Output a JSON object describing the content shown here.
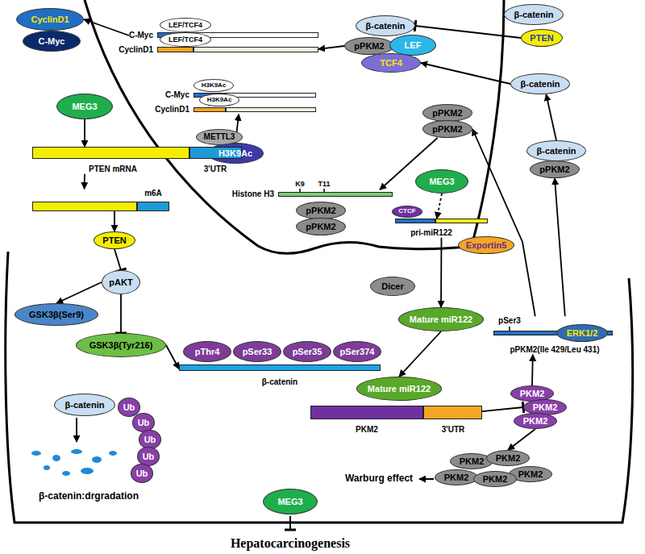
{
  "diagram": {
    "nodes": [
      {
        "text": [
          "CyclinD1"
        ]
      },
      {
        "text": [
          "C-Myc"
        ]
      },
      {
        "text": [
          "C-Myc"
        ]
      },
      {
        "text": [
          "LEF/TCF4"
        ]
      },
      {
        "text": [
          "CyclinD1"
        ]
      },
      {
        "text": [
          "LEF/TCF4"
        ]
      },
      {
        "text": [
          "β-catenin"
        ]
      },
      {
        "text": [
          "pPKM2"
        ]
      },
      {
        "text": [
          "LEF"
        ]
      },
      {
        "text": [
          "TCF4"
        ]
      },
      {
        "text": [
          "β-catenin"
        ]
      },
      {
        "text": [
          "PTEN"
        ]
      },
      {
        "text": [
          "β-catenin"
        ]
      },
      {
        "text": [
          "C-Myc"
        ]
      },
      {
        "text": [
          "H3K9Ac"
        ]
      },
      {
        "text": [
          "CyclinD1"
        ]
      },
      {
        "text": [
          "H3K9Ac"
        ]
      },
      {
        "text": [
          "pPKM2"
        ]
      },
      {
        "text": [
          "pPKM2"
        ]
      },
      {
        "text": [
          "H3K9Ac"
        ]
      },
      {
        "text": [
          "β-catenin"
        ]
      },
      {
        "text": [
          "pPKM2"
        ]
      },
      {
        "text": [
          "Histone H3"
        ]
      },
      {
        "text": [
          "pPKM2"
        ]
      },
      {
        "text": [
          "pPKM2"
        ]
      },
      {
        "text": [
          "MEG3"
        ]
      },
      {
        "text": [
          "CTCF"
        ]
      },
      {
        "text": [
          "pri-miR122"
        ]
      },
      {
        "text": [
          "Exportin5"
        ]
      },
      {
        "text": [
          "MEG3"
        ]
      },
      {
        "text": [
          "PTEN mRNA",
          "3'UTR"
        ]
      },
      {
        "text": [
          "METTL3"
        ]
      },
      {
        "text": [
          "m6A"
        ]
      },
      {
        "text": [
          "PTEN"
        ]
      },
      {
        "text": [
          "pAKT"
        ]
      },
      {
        "text": [
          "GSK3β(Ser9)"
        ]
      },
      {
        "text": [
          "GSK3β(Tyr216)"
        ]
      },
      {
        "text": [
          "β-catenin"
        ]
      },
      {
        "text": [
          "pThr4"
        ]
      },
      {
        "text": [
          "pSer33"
        ]
      },
      {
        "text": [
          "pSer35"
        ]
      },
      {
        "text": [
          "pSer374"
        ]
      },
      {
        "text": [
          "β-catenin"
        ]
      },
      {
        "text": [
          "Ub"
        ]
      },
      {
        "text": [
          "Ub"
        ]
      },
      {
        "text": [
          "Ub"
        ]
      },
      {
        "text": [
          "Ub"
        ]
      },
      {
        "text": [
          "Ub"
        ]
      },
      {
        "text": [
          "Dicer"
        ]
      },
      {
        "text": [
          "Mature miR122"
        ]
      },
      {
        "text": [
          "Mature miR122"
        ]
      },
      {
        "text": [
          "PKM2",
          "3'UTR"
        ]
      },
      {
        "text": [
          "PKM2"
        ]
      },
      {
        "text": [
          "PKM2"
        ]
      },
      {
        "text": [
          "PKM2"
        ]
      },
      {
        "text": [
          "PKM2"
        ]
      },
      {
        "text": [
          "PKM2"
        ]
      },
      {
        "text": [
          "PKM2"
        ]
      },
      {
        "text": [
          "PKM2"
        ]
      },
      {
        "text": [
          "PKM2"
        ]
      },
      {
        "text": [
          "pSer3",
          "pPKM2(Ile 429/Leu 431)"
        ]
      },
      {
        "text": [
          "ERK1/2"
        ]
      },
      {
        "text": [
          "MEG3"
        ]
      }
    ],
    "edges": [
      {
        "from": 2,
        "to": 0,
        "arrow": "to"
      },
      {
        "from": 7,
        "to": 4,
        "arrow": "to"
      },
      {
        "from": 11,
        "to": 6,
        "arrow": "to"
      },
      {
        "from": 12,
        "to": 9,
        "arrow": "to"
      },
      {
        "from": 20,
        "to": 12,
        "arrow": "to"
      },
      {
        "from": 60,
        "to": 21,
        "arrow": "to"
      },
      {
        "from": 60,
        "to": 18,
        "arrow": "to"
      },
      {
        "from": 18,
        "to": 22,
        "arrow": "to"
      },
      {
        "from": 19,
        "to": 15,
        "arrow": "to"
      },
      {
        "from": 25,
        "to": 27,
        "arrow": "to"
      },
      {
        "from": 27,
        "to": 49,
        "arrow": "to"
      },
      {
        "from": 49,
        "to": 50,
        "arrow": "to"
      },
      {
        "from": 51,
        "to": 53,
        "arrow": "to"
      },
      {
        "from": 54,
        "to": 56,
        "arrow": "to"
      },
      {
        "from": 52,
        "to": 60,
        "arrow": "to"
      },
      {
        "from": 29,
        "to": 30,
        "arrow": "to"
      },
      {
        "from": 30,
        "to": 32,
        "arrow": "to"
      },
      {
        "from": 32,
        "to": 33,
        "arrow": "to"
      },
      {
        "from": 33,
        "to": 34,
        "arrow": "to"
      },
      {
        "from": 34,
        "to": 35,
        "arrow": "to"
      },
      {
        "from": 34,
        "to": 36,
        "arrow": "to"
      },
      {
        "from": 36,
        "to": 37,
        "arrow": "to"
      }
    ],
    "labels": [
      "K9",
      "T11",
      "β-catenin:drgradation",
      "Warburg effect",
      "Hepatocarcinogenesis"
    ]
  }
}
